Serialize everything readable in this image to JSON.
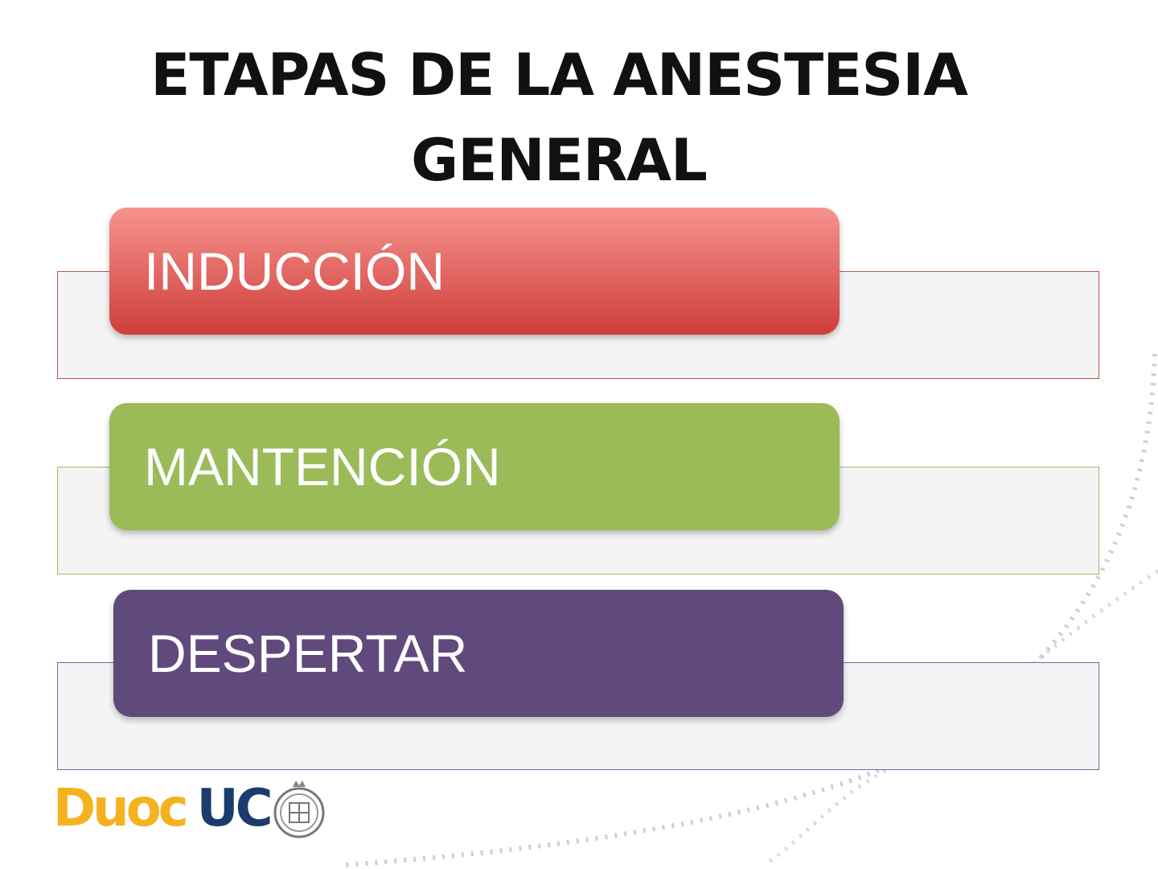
{
  "title": {
    "line1": "ETAPAS DE LA ANESTESIA",
    "line2": "GENERAL"
  },
  "stages": [
    {
      "label": "INDUCCIÓN",
      "color_top": "#f6938e",
      "color_bottom": "#cf3e3b",
      "border": "#c0504d"
    },
    {
      "label": "MANTENCIÓN",
      "color": "#9bbb59",
      "border": "#9bbb59"
    },
    {
      "label": "DESPERTAR",
      "color": "#604a7b",
      "border": "#8064a2"
    }
  ],
  "logo": {
    "brand_primary": "Duoc",
    "brand_secondary": "UC",
    "primary_color": "#f4b21f",
    "secondary_color": "#1a3d6d",
    "seal_icon": "university-seal-icon"
  }
}
